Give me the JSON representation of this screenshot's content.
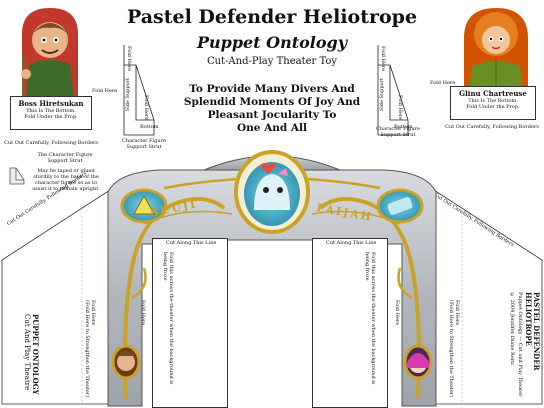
{
  "header": {
    "title": "Pastel Defender Heliotrope",
    "subtitle": "Puppet Ontology",
    "tagline": "Cut-And-Play Theater Toy",
    "promise_lines": [
      "To Provide Many Divers And",
      "Splendid Moments Of Joy And",
      "Pleasant Jocularity To",
      "One And All"
    ]
  },
  "left_puppet": {
    "name": "Boss Hiretsukan",
    "line1": "This Is The Bottom.",
    "line2": "Fold Under the Prop.",
    "fold_here": "Fold Here",
    "cut_note": "Cut Out Carefully, Following Borders"
  },
  "right_puppet": {
    "name": "Glinu Chartreuse",
    "line1": "This Is The Bottom.",
    "line2": "Fold Under the Prop.",
    "fold_here": "Fold Here",
    "cut_note": "Cut Out Carefully, Following Borders"
  },
  "strut": {
    "fold_here": "Fold Here",
    "side_support": "Side Support",
    "bottom": "Bottom",
    "caption_line1": "Character Figure",
    "caption_line2": "Support Strut"
  },
  "strut_note": {
    "line1": "The Character Figure",
    "line2": "Support Strut",
    "body1": "May be taped or glued",
    "body2": "sturdily to the back of the",
    "body3": "character figure so as to",
    "body4": "assist it to remain upright."
  },
  "arch": {
    "sign_left": "SUUJI",
    "sign_right": "PAIJAH",
    "cut_line_left": "Cut Along This Line",
    "cut_line_right": "Cut Along This Line",
    "fold_inner_left": "Fold this across the theater when the background is being froze",
    "fold_inner_right": "Fold this across the theater when the background is being froze",
    "fold_here": "Fold Here"
  },
  "wings": {
    "cut_note": "Cut Out Carefully, Following Borders",
    "left_title": "PUPPET ONTOLOGY",
    "left_sub": "Cut And Play Theatre",
    "right_title": "PASTEL DEFENDER HELIOTROPE",
    "right_sub1": "Puppet Ontology — Cut and Play Theater",
    "right_sub2": "© 2004 Jennifer Diane Reitz",
    "fold_here": "Fold Here",
    "fold_note": "(Fold Here to Strengthen the Theater)"
  },
  "colors": {
    "gold": "#c9a227",
    "frame": "#b9bcc1",
    "puppet_left_bg": "#c0392b",
    "puppet_right_bg": "#d35400",
    "teal": "#3ab0c8"
  }
}
